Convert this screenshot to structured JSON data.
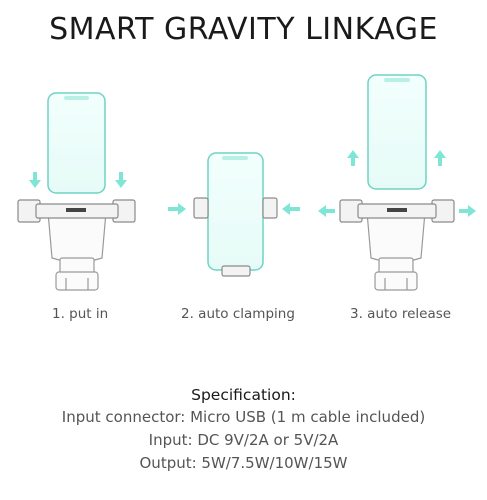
{
  "title": "SMART GRAVITY LINKAGE",
  "steps": [
    {
      "label": "1. put in"
    },
    {
      "label": "2. auto clamping"
    },
    {
      "label": "3. auto release"
    }
  ],
  "specification": {
    "heading": "Specification:",
    "lines": [
      "Input connector: Micro USB (1 m cable included)",
      "Input: DC 9V/2A or 5V/2A",
      "Output: 5W/7.5W/10W/15W"
    ]
  },
  "colors": {
    "accent": "#7fe6d6",
    "phone_outline": "#6fd3c4",
    "mount_outline": "#9a9a9a"
  },
  "icons": [
    "arrow-down-icon",
    "arrow-left-icon",
    "arrow-right-icon",
    "arrow-up-icon"
  ]
}
